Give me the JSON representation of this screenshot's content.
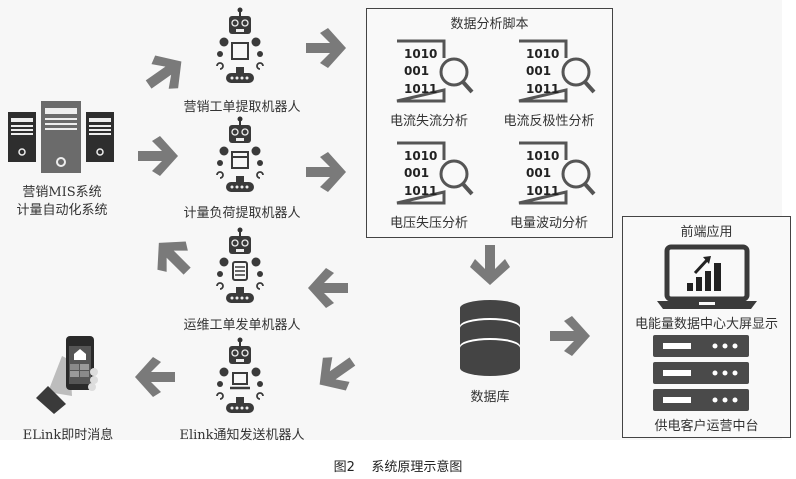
{
  "source_system": {
    "line1": "营销MIS系统",
    "line2": "计量自动化系统"
  },
  "robots": [
    {
      "label": "营销工单提取机器人",
      "chest": "square"
    },
    {
      "label": "计量负荷提取机器人",
      "chest": "window"
    },
    {
      "label": "运维工单发单机器人",
      "chest": "list"
    },
    {
      "label": "Elink通知发送机器人",
      "chest": "laptop"
    }
  ],
  "analysis": {
    "title": "数据分析脚本",
    "items": [
      {
        "label": "电流失流分析",
        "code": [
          "1010",
          "001",
          "1011"
        ]
      },
      {
        "label": "电流反极性分析",
        "code": [
          "1010",
          "001",
          "1011"
        ]
      },
      {
        "label": "电压失压分析",
        "code": [
          "1010",
          "001",
          "1011"
        ]
      },
      {
        "label": "电量波动分析",
        "code": [
          "1010",
          "001",
          "1011"
        ]
      }
    ]
  },
  "database": {
    "label": "数据库"
  },
  "frontend": {
    "title": "前端应用",
    "items": [
      {
        "label": "电能量数据中心大屏显示"
      },
      {
        "label": "供电客户运营中台"
      }
    ]
  },
  "elink": {
    "label": "ELink即时消息"
  },
  "caption": {
    "figure": "图2",
    "title": "系统原理示意图"
  },
  "colors": {
    "arrow": "#7a7a7a",
    "arrow_dark": "#5e5e5e",
    "icon": "#3a3a3a",
    "border": "#444444"
  }
}
